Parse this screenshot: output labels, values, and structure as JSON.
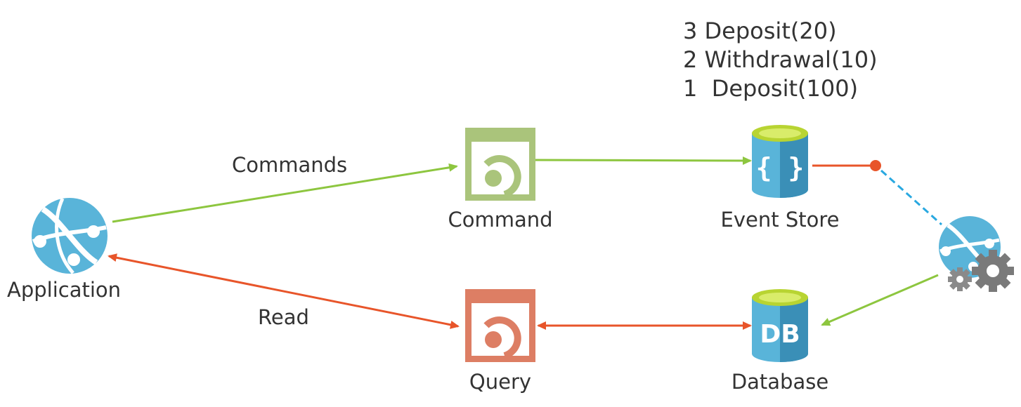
{
  "colors": {
    "green": "#8dc63f",
    "orange": "#e8552a",
    "blue": "#59b4d9",
    "blue_dark": "#3a8fb7",
    "lime": "#b8d432",
    "command_fill": "#aac47b",
    "query_fill": "#dd7e64",
    "gear": "#7a7a7a",
    "dashed": "#29a8e0",
    "text": "#333333"
  },
  "icons": {
    "application": "web-app-globe-icon",
    "command": "api-app-icon",
    "query": "api-app-icon",
    "event_store": "document-db-icon",
    "database": "sql-database-icon",
    "processor": "web-job-globe-gears-icon"
  },
  "nodes": {
    "application": {
      "label": "Application"
    },
    "command": {
      "label": "Command"
    },
    "event_store": {
      "label": "Event Store",
      "glyph": "{ }"
    },
    "query": {
      "label": "Query"
    },
    "database": {
      "label": "Database",
      "glyph": "DB"
    }
  },
  "edges": {
    "commands": {
      "label": "Commands"
    },
    "read": {
      "label": "Read"
    }
  },
  "events": [
    "3 Deposit(20)",
    "2 Withdrawal(10)",
    "1  Deposit(100)"
  ]
}
